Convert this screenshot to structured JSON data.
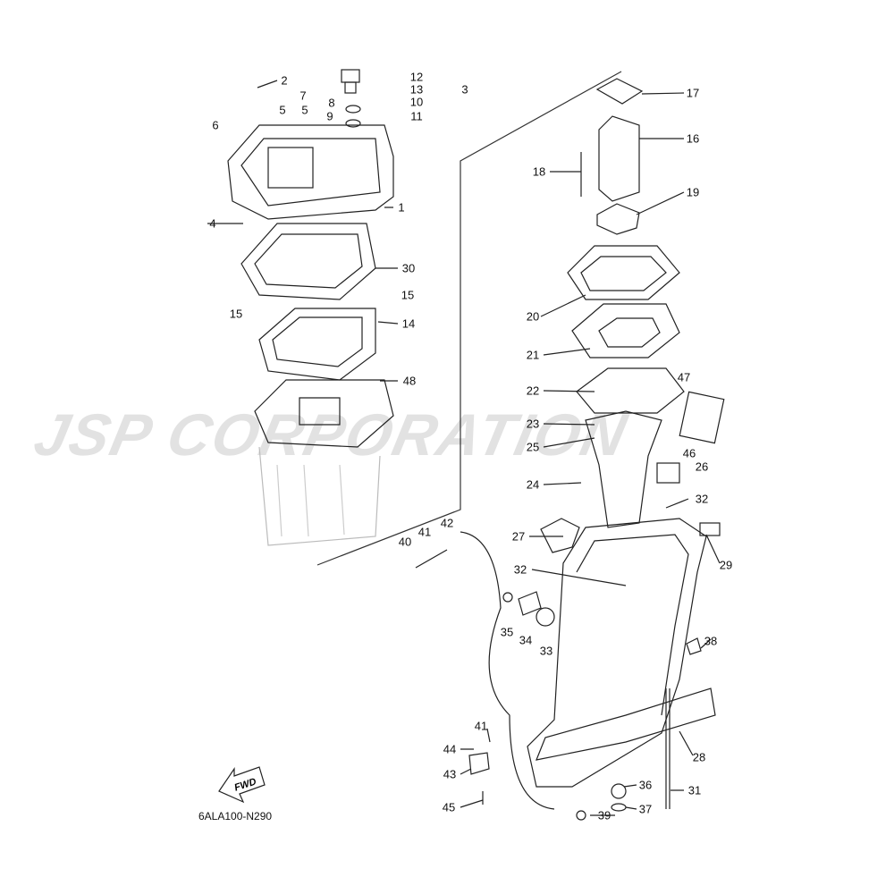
{
  "watermark": "JSP CORPORATION",
  "diagram_code": "6ALA100-N290",
  "fwd_label": "FWD",
  "callouts": [
    "2",
    "7",
    "8",
    "9",
    "5",
    "5",
    "12",
    "13",
    "10",
    "11",
    "3",
    "6",
    "1",
    "4",
    "30",
    "15",
    "15",
    "14",
    "48",
    "17",
    "16",
    "18",
    "19",
    "20",
    "21",
    "47",
    "22",
    "23",
    "25",
    "46",
    "26",
    "24",
    "32",
    "27",
    "29",
    "42",
    "41",
    "40",
    "32",
    "35",
    "34",
    "33",
    "38",
    "28",
    "41",
    "44",
    "43",
    "36",
    "31",
    "45",
    "39",
    "37"
  ]
}
